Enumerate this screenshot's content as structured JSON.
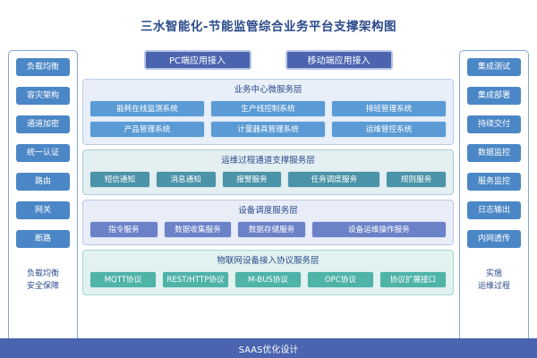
{
  "title": "三水智能化-节能监管综合业务平台支撑架构图",
  "colors": {
    "title": "#2a4a8b",
    "top_button": "#4a64b0",
    "side_button": "#4b87c6",
    "panel1": "#5b9bd5",
    "panel2": "#4b93a8",
    "panel3": "#6b82c8",
    "panel4": "#4fb3a8",
    "bottom_bar": "#4a64b0"
  },
  "top_buttons": [
    {
      "label": "PC端应用接入"
    },
    {
      "label": "移动端应用接入"
    }
  ],
  "left_column": {
    "items": [
      {
        "label": "负载均衡"
      },
      {
        "label": "容灾架构"
      },
      {
        "label": "通道加密"
      },
      {
        "label": "统一认证"
      },
      {
        "label": "路由"
      },
      {
        "label": "网关"
      },
      {
        "label": "断路"
      }
    ],
    "caption_line1": "负载均衡",
    "caption_line2": "安全保障"
  },
  "right_column": {
    "items": [
      {
        "label": "集成测试"
      },
      {
        "label": "集成部署"
      },
      {
        "label": "持续交付"
      },
      {
        "label": "数据监控"
      },
      {
        "label": "服务监控"
      },
      {
        "label": "日志输出"
      },
      {
        "label": "内网透传"
      }
    ],
    "caption_line1": "实施",
    "caption_line2": "运维过程"
  },
  "panels": [
    {
      "title": "业务中心微服务层",
      "rows": [
        [
          "能耗在线监测系统",
          "生产线控制系统",
          "排班管理系统"
        ],
        [
          "产品管理系统",
          "计量器具管理系统",
          "运维管控系统"
        ]
      ]
    },
    {
      "title": "运维过程通道支撑服务层",
      "rows": [
        [
          "短信通知",
          "消息通知",
          "报警服务",
          "任务调度服务",
          "规则服务"
        ]
      ]
    },
    {
      "title": "设备调度服务层",
      "rows": [
        [
          "指令服务",
          "数据收集服务",
          "数据存储服务",
          "设备运维操作服务"
        ]
      ]
    },
    {
      "title": "物联网设备接入协议服务层",
      "rows": [
        [
          "MQTT协议",
          "REST/HTTP协议",
          "M-BUS协议",
          "OPC协议",
          "协议扩展接口"
        ]
      ]
    }
  ],
  "bottom_bar": {
    "label": "SAAS优化设计"
  }
}
